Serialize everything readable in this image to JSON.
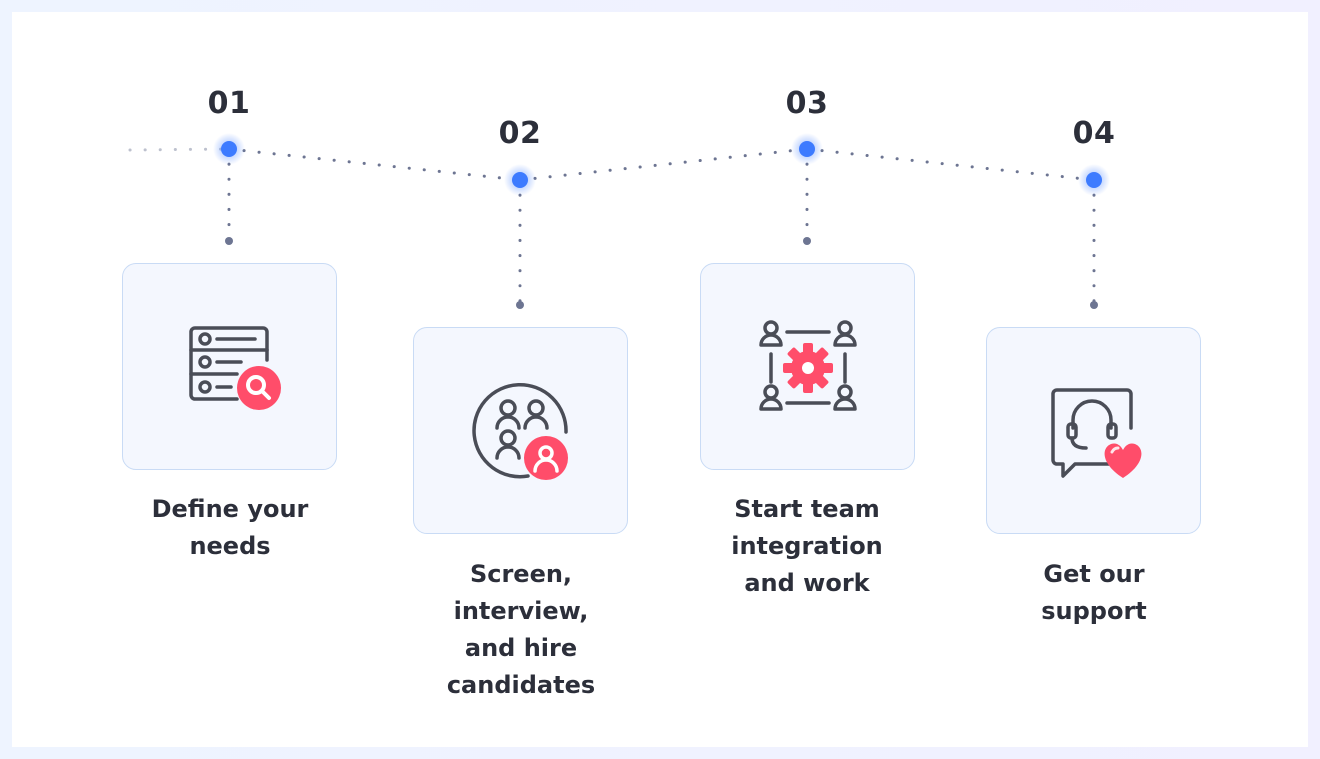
{
  "steps": [
    {
      "number": "01",
      "label_lines": [
        "Define your",
        "needs"
      ],
      "icon": "document-search-icon"
    },
    {
      "number": "02",
      "label_lines": [
        "Screen,",
        "interview,",
        "and hire",
        "candidates"
      ],
      "icon": "team-candidate-icon"
    },
    {
      "number": "03",
      "label_lines": [
        "Start team",
        "integration",
        "and work"
      ],
      "icon": "team-gear-icon"
    },
    {
      "number": "04",
      "label_lines": [
        "Get our",
        "support"
      ],
      "icon": "support-heart-icon"
    }
  ],
  "colors": {
    "accent_dot": "#3d7bff",
    "icon_gray": "#4a4d57",
    "icon_accent": "#ff4d6a",
    "text": "#2c2f3a",
    "card_bg": "#f4f7fe",
    "card_border": "#c9dbf5"
  }
}
